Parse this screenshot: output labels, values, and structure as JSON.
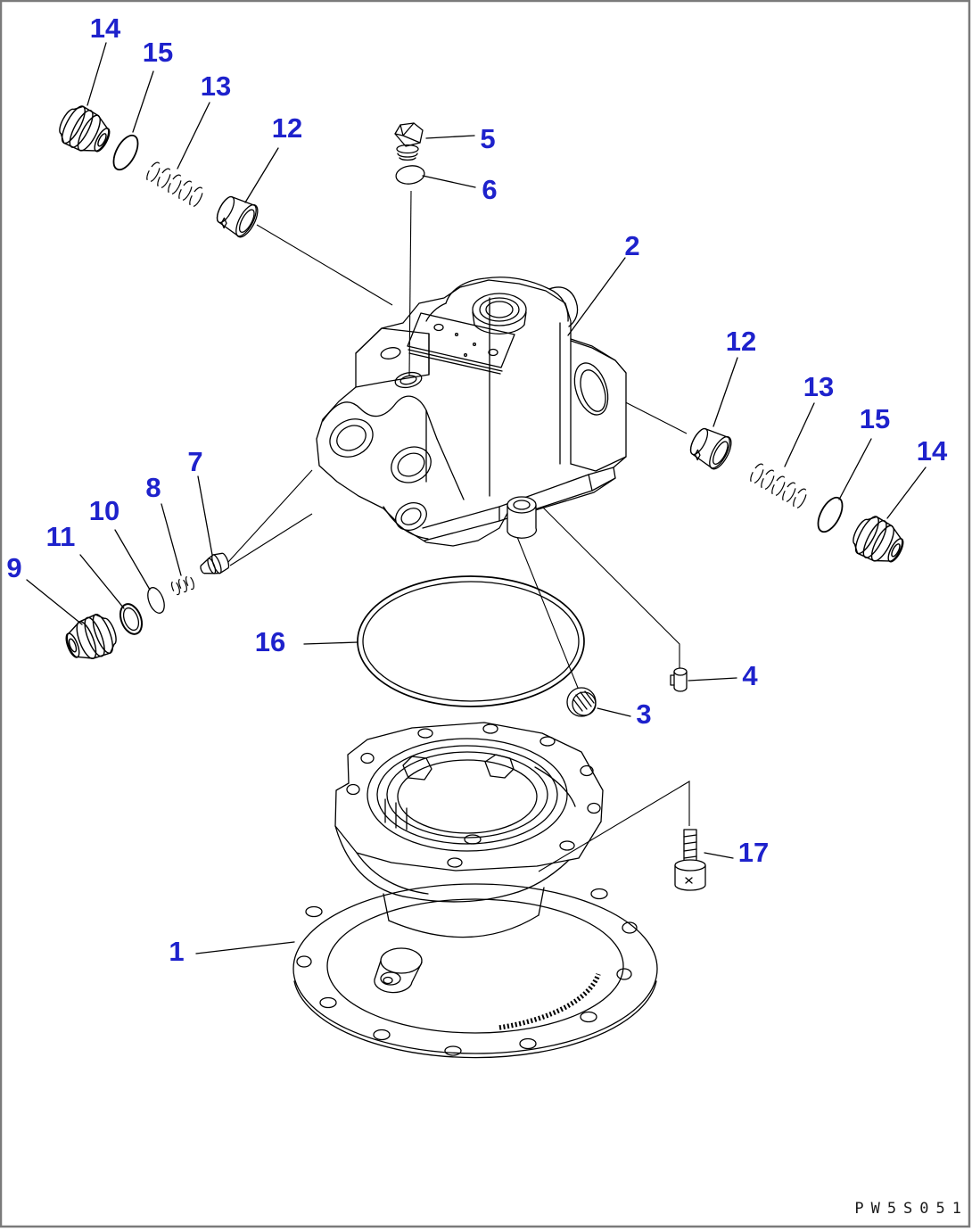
{
  "page": {
    "background": "#ffffff",
    "border_color": "#7a7a7a",
    "drawing_line_color": "#000000",
    "callout_color": "#1e22cc",
    "watermark": "PW5S051"
  },
  "callouts": [
    {
      "label": "14"
    },
    {
      "label": "15"
    },
    {
      "label": "13"
    },
    {
      "label": "12"
    },
    {
      "label": "5"
    },
    {
      "label": "6"
    },
    {
      "label": "2"
    },
    {
      "label": "12"
    },
    {
      "label": "13"
    },
    {
      "label": "15"
    },
    {
      "label": "14"
    },
    {
      "label": "7"
    },
    {
      "label": "8"
    },
    {
      "label": "10"
    },
    {
      "label": "11"
    },
    {
      "label": "9"
    },
    {
      "label": "16"
    },
    {
      "label": "4"
    },
    {
      "label": "3"
    },
    {
      "label": "17"
    },
    {
      "label": "1"
    }
  ]
}
